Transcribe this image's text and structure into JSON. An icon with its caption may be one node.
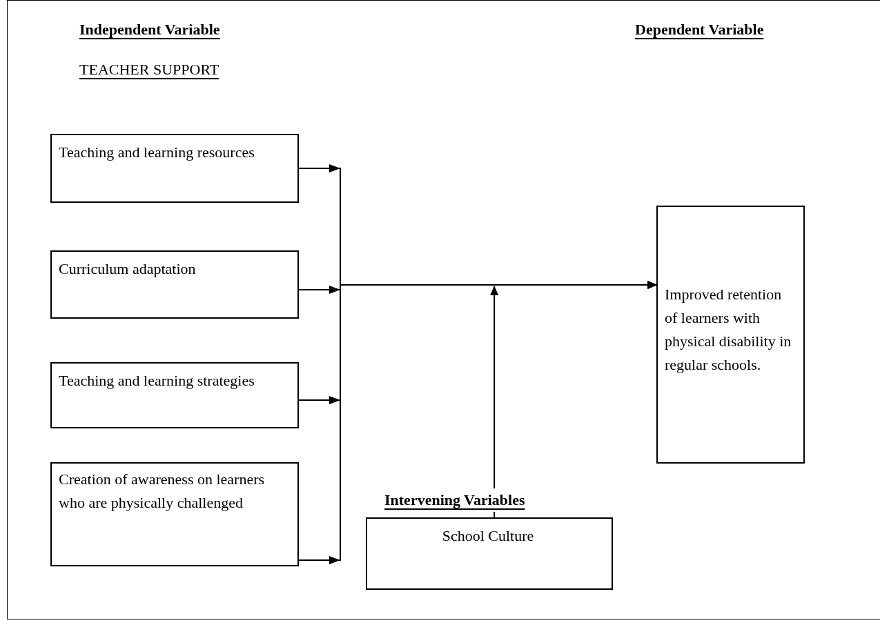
{
  "diagram": {
    "nodes": [
      {
        "text": [
          "Teaching and learning resources"
        ]
      },
      {
        "text": [
          "Curriculum adaptation"
        ]
      },
      {
        "text": [
          "Teaching and learning strategies"
        ]
      },
      {
        "text": [
          "Creation of awareness on learners who are physically challenged"
        ]
      },
      {
        "text": [
          "Improved retention of learners with physical disability in regular schools."
        ]
      },
      {
        "text": [
          "Intervening Variables",
          "School Culture"
        ]
      }
    ],
    "edges": [
      {
        "from": 0,
        "to": 4,
        "arrow": "to"
      },
      {
        "from": 1,
        "to": 4,
        "arrow": "to"
      },
      {
        "from": 2,
        "to": 4,
        "arrow": "to"
      },
      {
        "from": 3,
        "to": 4,
        "arrow": "to"
      },
      {
        "from": 5,
        "to": null,
        "arrow": "to"
      }
    ],
    "labels": [
      "Independent Variable",
      "Dependent Variable",
      "TEACHER SUPPORT"
    ]
  }
}
